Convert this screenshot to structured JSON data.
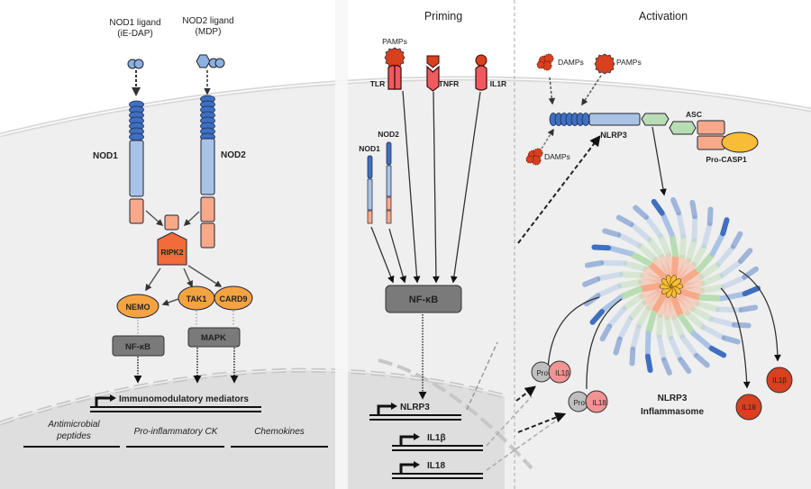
{
  "panels": {
    "priming_title": "Priming",
    "activation_title": "Activation"
  },
  "left_panel": {
    "nod1_ligand_line1": "NOD1 ligand",
    "nod1_ligand_line2": "(iE-DAP)",
    "nod2_ligand_line1": "NOD2 ligand",
    "nod2_ligand_line2": "(MDP)",
    "nod1_label": "NOD1",
    "nod2_label": "NOD2",
    "ripk2_label": "RIPK2",
    "nemo_label": "NEMO",
    "tak1_label": "TAK1",
    "card9_label": "CARD9",
    "nfkb_label": "NF-κB",
    "mapk_label": "MAPK",
    "gene_label": "Immunomodulatory mediators",
    "outputs": [
      "Antimicrobial peptides",
      "Pro-inflammatory CK",
      "Chemokines"
    ],
    "output_amp_line1": "Antimicrobial",
    "output_amp_line2": "peptides"
  },
  "priming_panel": {
    "pamps_label": "PAMPs",
    "tlr_label": "TLR",
    "tnfr_label": "TNFR",
    "il1r_label": "IL1R",
    "nod1_label": "NOD1",
    "nod2_label": "NOD2",
    "nfkb_label": "NF-κB",
    "genes": [
      "NLRP3",
      "IL1β",
      "IL18"
    ]
  },
  "activation_panel": {
    "damps_label_top": "DAMPs",
    "pamps_label": "PAMPs",
    "damps_label_bottom": "DAMPs",
    "nlrp3_label": "NLRP3",
    "asc_label": "ASC",
    "procasp1_label": "Pro-CASP1",
    "pro_il1b": {
      "pro": "Pro-",
      "name": "IL1β"
    },
    "pro_il18": {
      "pro": "Pro-",
      "name": "IL18"
    },
    "inflammasome_line1": "NLRP3",
    "inflammasome_line2": "Inflammasome",
    "il18_label": "IL18",
    "il1b_label": "IL1β"
  },
  "colors": {
    "lrr_blue": "#3f6fc0",
    "nacht_blue": "#a9c3e6",
    "card_salmon": "#f7a98a",
    "ripk2_orange": "#f26b3a",
    "adaptor_orange": "#f4a340",
    "tf_gray": "#7a7a7a",
    "receptor_red": "#ef5a5f",
    "pamp_red": "#d9401e",
    "pyd_green": "#b9ddb2",
    "casp_yellow": "#f7bd36",
    "pro_pink": "#f39393",
    "pro_gray": "#bfbfbf"
  }
}
